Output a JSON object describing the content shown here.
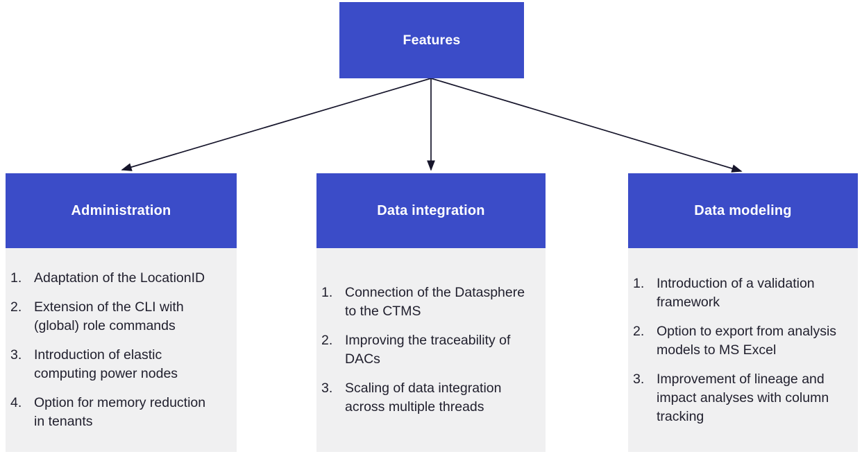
{
  "diagram": {
    "root": {
      "label": "Features"
    },
    "branches": [
      {
        "title": "Administration",
        "items": [
          "Adaptation of the LocationID",
          "Extension of the CLI with (global) role commands",
          "Introduction of elastic computing power nodes",
          "Option for memory reduction in tenants"
        ]
      },
      {
        "title": "Data integration",
        "items": [
          "Connection of the Datasphere to the CTMS",
          "Improving the traceability of DACs",
          "Scaling of data integration across multiple threads"
        ]
      },
      {
        "title": "Data modeling",
        "items": [
          "Introduction of a validation framework",
          "Option to export from analysis models to MS Excel",
          "Improvement of lineage and impact analyses with column tracking"
        ]
      }
    ]
  },
  "colors": {
    "node_blue": "#3B4CC8",
    "panel_gray": "#F0F0F1",
    "arrow_dark": "#16152B",
    "body_text": "#21202E",
    "header_text": "#FFFFFF"
  }
}
